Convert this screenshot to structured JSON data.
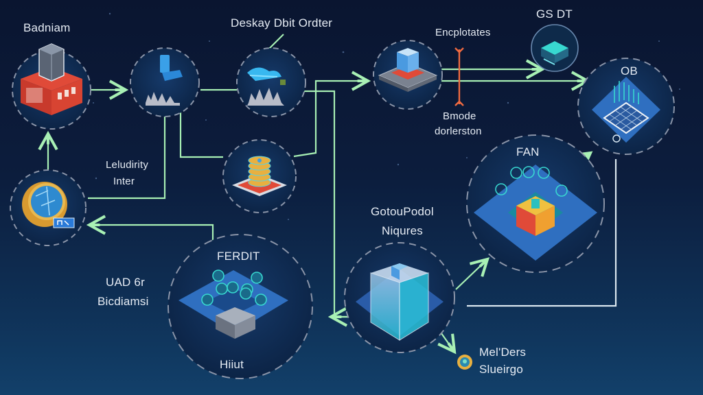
{
  "diagram": {
    "colors": {
      "background_top": "#0a1530",
      "background_bottom": "#12406a",
      "connector": "#a8f0b4",
      "node_fill": "#0e2a52",
      "node_ring": "#8a94a8",
      "platform_blue": "#2f6fc0",
      "accent_red": "#e0503a",
      "accent_orange": "#f06a40",
      "accent_cyan": "#38d8d0",
      "accent_gold": "#e8b040"
    },
    "labels": {
      "top_left": "Badniam",
      "top_center": "Deskay Dbit Ordter",
      "enc_top": "Encplotates",
      "enc_bottom_1": "Bmode",
      "enc_bottom_2": "dorlerston",
      "gsdt": "GS DT",
      "ob": "OB",
      "fan": "FAN",
      "liquidity_1": "Leludirity",
      "liquidity_2": "Inter",
      "gotou_1": "GotouPodol",
      "gotou_2": "Niqures",
      "uad_1": "UAD 6r",
      "uad_2": "Bicdiamsi",
      "ferdit": "FERDIT",
      "huut": "Hiiut",
      "meders_1": "Mel'Ders",
      "meders_2": "Slueirgo"
    },
    "nodes": [
      {
        "id": "badniam",
        "icon": "server-building-icon"
      },
      {
        "id": "data-server",
        "icon": "server-icon"
      },
      {
        "id": "deskay",
        "icon": "cloud-drone-icon"
      },
      {
        "id": "liquidity-stack",
        "icon": "coin-stack-icon"
      },
      {
        "id": "compass",
        "icon": "compass-icon"
      },
      {
        "id": "cube-platform",
        "icon": "cube-icon"
      },
      {
        "id": "gsdt",
        "icon": "chip-icon"
      },
      {
        "id": "ob",
        "icon": "grid-platform-icon"
      },
      {
        "id": "fan",
        "icon": "colored-cube-icon"
      },
      {
        "id": "gotou",
        "icon": "glass-cube-icon"
      },
      {
        "id": "ferdit",
        "icon": "block-network-icon"
      },
      {
        "id": "meders",
        "icon": "token-icon"
      }
    ]
  }
}
